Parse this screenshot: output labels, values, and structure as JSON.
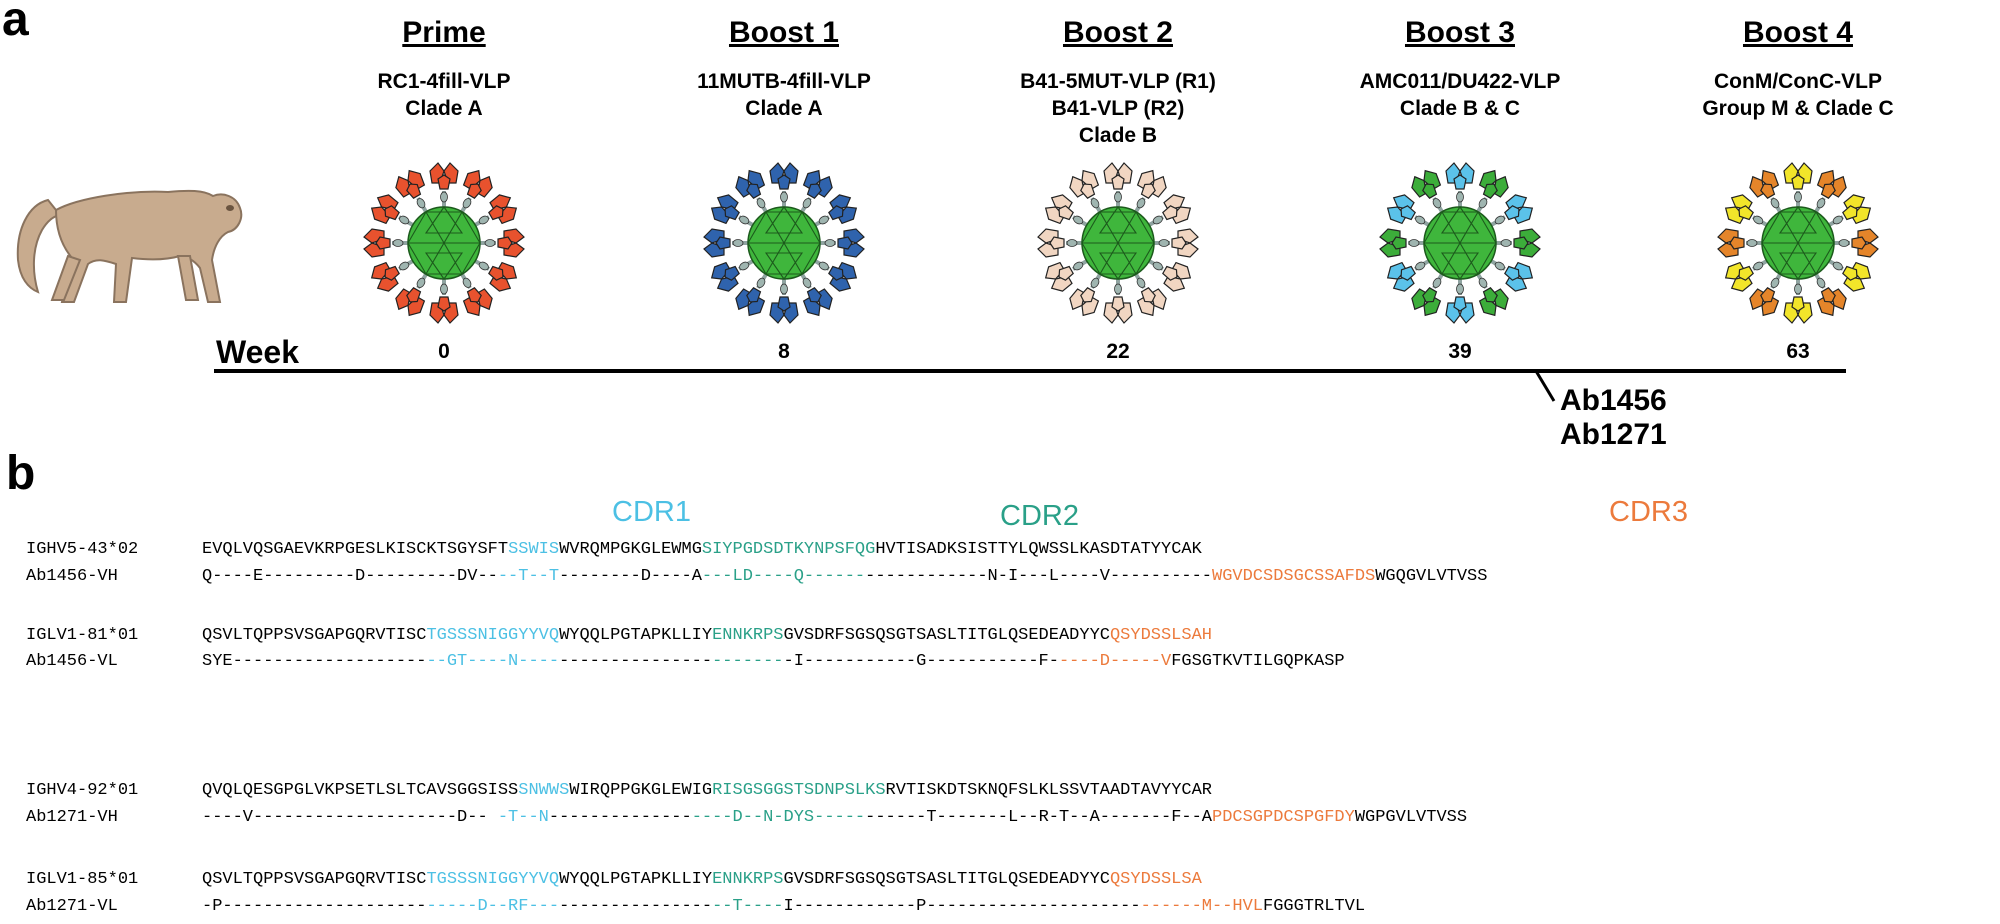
{
  "panel_a": {
    "label": "a",
    "week_label": "Week",
    "stages": [
      {
        "title": "Prime",
        "lines": [
          "RC1-4fill-VLP",
          "Clade A"
        ],
        "week": "0",
        "colors": [
          "#e8522e",
          "#e8522e"
        ]
      },
      {
        "title": "Boost 1",
        "lines": [
          "11MUTB-4fill-VLP",
          "Clade A"
        ],
        "week": "8",
        "colors": [
          "#2f63ad",
          "#2f63ad"
        ]
      },
      {
        "title": "Boost 2",
        "lines": [
          "B41-5MUT-VLP (R1)",
          "B41-VLP (R2)",
          "Clade B"
        ],
        "week": "22",
        "colors": [
          "#f1d6c2",
          "#f1d6c2"
        ]
      },
      {
        "title": "Boost 3",
        "lines": [
          "AMC011/DU422-VLP",
          "Clade B & C"
        ],
        "week": "39",
        "colors": [
          "#5bc2ea",
          "#3cad3a"
        ]
      },
      {
        "title": "Boost 4",
        "lines": [
          "ConM/ConC-VLP",
          "Group M & Clade C"
        ],
        "week": "63",
        "colors": [
          "#f2e52a",
          "#e5852a"
        ]
      }
    ],
    "antibodies": [
      "Ab1456",
      "Ab1271"
    ],
    "core_color": "#3fb63c",
    "monkey_color": "#c8ab8e"
  },
  "panel_b": {
    "label": "b",
    "cdr_labels": [
      "CDR1",
      "CDR2",
      "CDR3"
    ],
    "cdr_colors": {
      "cdr1": "#4cc0e4",
      "cdr2": "#2aa088",
      "cdr3": "#ec7a3c"
    },
    "rows": [
      {
        "name": "IGHV5-43*02",
        "segments": [
          [
            "n",
            "EVQLVQSGAEVKRPGESLKISCKTSGYSFT"
          ],
          [
            "c1",
            "SSWIS"
          ],
          [
            "n",
            "WVRQMPGKGLEWMG"
          ],
          [
            "c2",
            "SIYPGDSDTKYNPSFQG"
          ],
          [
            "n",
            "HVTISADKSISTTYLQWSSLKASDTATYYCAK"
          ]
        ]
      },
      {
        "name": "Ab1456-VH",
        "segments": [
          [
            "n",
            "Q----E---------D---------DV--"
          ],
          [
            "c1",
            "--T--T"
          ],
          [
            "n",
            "--------D----A"
          ],
          [
            "c2",
            "---LD----Q------"
          ],
          [
            "n",
            "------------N-I---L----V----------"
          ],
          [
            "c3",
            "WGVDCSDSGCSSAFDS"
          ],
          [
            "n",
            "WGQGVLVTVSS"
          ]
        ]
      },
      {
        "name": "IGLV1-81*01",
        "segments": [
          [
            "n",
            "QSVLTQPPSVSGAPGQRVTISC"
          ],
          [
            "c1",
            "TGSSSNIGGYYVQ"
          ],
          [
            "n",
            "WYQQLPGTAPKLLIY"
          ],
          [
            "c2",
            "ENNKRPS"
          ],
          [
            "n",
            "GVSDRFSGSQSGTSASLTITGLQSEDEADYYC"
          ],
          [
            "c3",
            "QSYDSSLSAH"
          ]
        ]
      },
      {
        "name": "Ab1456-VL",
        "segments": [
          [
            "n",
            "SYE-------------------"
          ],
          [
            "c1",
            "--GT----N----"
          ],
          [
            "n",
            "---------------"
          ],
          [
            "c2",
            "-------"
          ],
          [
            "n",
            "-I-----------G-----------F-"
          ],
          [
            "c3",
            "----D-----V"
          ],
          [
            "n",
            "FGSGTKVTILGQPKASP"
          ]
        ]
      },
      {
        "name": "IGHV4-92*01",
        "segments": [
          [
            "n",
            "QVQLQESGPGLVKPSETLSLTCAVSGGSISS"
          ],
          [
            "c1",
            "SNWWS"
          ],
          [
            "n",
            "WIRQPPGKGLEWIG"
          ],
          [
            "c2",
            "RISGSGGSTSDNPSLKS"
          ],
          [
            "n",
            "RVTISKDTSKNQFSLKLSSVTAADTAVYYCAR"
          ]
        ]
      },
      {
        "name": "Ab1271-VH",
        "segments": [
          [
            "n",
            "----V--------------------D-- "
          ],
          [
            "c1",
            "-T--N"
          ],
          [
            "n",
            "--------------"
          ],
          [
            "c2",
            "----D--N-DYS-----"
          ],
          [
            "n",
            "------T-------L--R-T--A-------F--A"
          ],
          [
            "c3",
            "PDCSGPDCSPGFDY"
          ],
          [
            "n",
            "WGPGVLVTVSS"
          ]
        ]
      },
      {
        "name": "IGLV1-85*01",
        "segments": [
          [
            "n",
            "QSVLTQPPSVSGAPGQRVTISC"
          ],
          [
            "c1",
            "TGSSSNIGGYYVQ"
          ],
          [
            "n",
            "WYQQLPGTAPKLLIY"
          ],
          [
            "c2",
            "ENNKRPS"
          ],
          [
            "n",
            "GVSDRFSGSQSGTSASLTITGLQSEDEADYYC"
          ],
          [
            "c3",
            "QSYDSSLSA"
          ]
        ]
      },
      {
        "name": "Ab1271-VL",
        "segments": [
          [
            "n",
            "-P--------------------"
          ],
          [
            "c1",
            "-----D--RF---"
          ],
          [
            "n",
            "---------------"
          ],
          [
            "c2",
            "--T----"
          ],
          [
            "n",
            "I------------P---------------------"
          ],
          [
            "c3",
            "------M--HVL"
          ],
          [
            "n",
            "FGGGTRLTVL"
          ]
        ]
      }
    ]
  }
}
